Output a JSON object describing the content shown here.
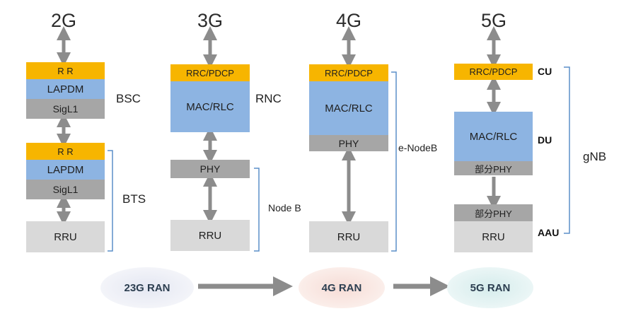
{
  "columns": {
    "g2": {
      "title": "2G",
      "bsc_stack": [
        "R R",
        "LAPDM",
        "SigL1"
      ],
      "bts_stack": [
        "R R",
        "LAPDM",
        "SigL1"
      ],
      "rru": "RRU",
      "bsc_label": "BSC",
      "bts_label": "BTS"
    },
    "g3": {
      "title": "3G",
      "rrc": "RRC/PDCP",
      "mac": "MAC/RLC",
      "phy": "PHY",
      "rru": "RRU",
      "rnc_label": "RNC",
      "nodeb_label": "Node B"
    },
    "g4": {
      "title": "4G",
      "rrc": "RRC/PDCP",
      "mac": "MAC/RLC",
      "phy": "PHY",
      "rru": "RRU",
      "enodeb_label": "e-NodeB"
    },
    "g5": {
      "title": "5G",
      "rrc": "RRC/PDCP",
      "mac": "MAC/RLC",
      "part_phy_du": "部分PHY",
      "part_phy_aau": "部分PHY",
      "rru": "RRU",
      "cu_label": "CU",
      "du_label": "DU",
      "aau_label": "AAU",
      "gnb_label": "gNB"
    }
  },
  "bottom": {
    "ran_23g": "23G RAN",
    "ran_4g": "4G RAN",
    "ran_5g": "5G RAN"
  },
  "colors": {
    "orange": "#f7b500",
    "blue": "#8db4e2",
    "dark_gray": "#a6a6a6",
    "light_gray": "#d9d9d9",
    "arrow_gray": "#8c8c8c",
    "bracket_blue": "#5b8fc9"
  }
}
